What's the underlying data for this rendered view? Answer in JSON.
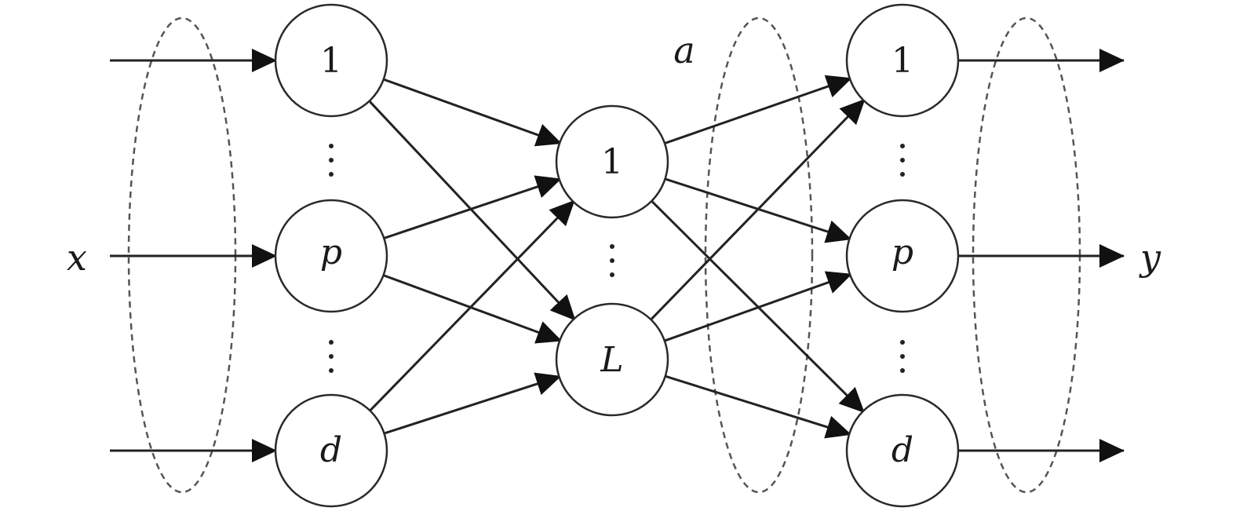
{
  "diagram": {
    "layers": [
      {
        "id": "input",
        "nodes": [
          {
            "id": "in-1",
            "label": "1",
            "italic": false
          },
          {
            "id": "in-p",
            "label": "p",
            "italic": true
          },
          {
            "id": "in-d",
            "label": "d",
            "italic": true
          }
        ]
      },
      {
        "id": "hidden",
        "nodes": [
          {
            "id": "hid-1",
            "label": "1",
            "italic": false
          },
          {
            "id": "hid-L",
            "label": "L",
            "italic": true
          }
        ]
      },
      {
        "id": "output",
        "nodes": [
          {
            "id": "out-1",
            "label": "1",
            "italic": false
          },
          {
            "id": "out-p",
            "label": "p",
            "italic": true
          },
          {
            "id": "out-d",
            "label": "d",
            "italic": true
          }
        ]
      }
    ],
    "input_label": "x",
    "hidden_label": "a",
    "output_label": "y",
    "edges": [
      [
        "in-1",
        "hid-1"
      ],
      [
        "in-1",
        "hid-L"
      ],
      [
        "in-p",
        "hid-1"
      ],
      [
        "in-p",
        "hid-L"
      ],
      [
        "in-d",
        "hid-1"
      ],
      [
        "in-d",
        "hid-L"
      ],
      [
        "hid-1",
        "out-1"
      ],
      [
        "hid-1",
        "out-p"
      ],
      [
        "hid-1",
        "out-d"
      ],
      [
        "hid-L",
        "out-1"
      ],
      [
        "hid-L",
        "out-p"
      ],
      [
        "hid-L",
        "out-d"
      ]
    ]
  }
}
